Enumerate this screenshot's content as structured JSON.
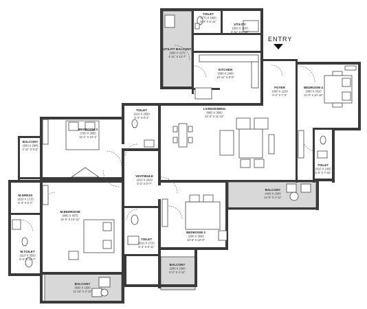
{
  "entry_label": "ENTRY",
  "rooms": [
    {
      "key": "toilet_top",
      "name": "TOILET",
      "dims": [
        "1770 X 1800",
        "5'-9\" X 5'-11\""
      ]
    },
    {
      "key": "utility",
      "name": "UTILITY",
      "dims": [
        "1820 X 2100",
        "5'-11\" X 6'-10\""
      ]
    },
    {
      "key": "utility_balcony",
      "name": "UTILITY BALCONY",
      "dims": [
        "1580 X 4175",
        "4'-11\" X 13'-7\""
      ]
    },
    {
      "key": "kitchen",
      "name": "KITCHEN",
      "dims": [
        "3380 X 2450",
        "10'-11\" X 8'-0\""
      ]
    },
    {
      "key": "foyer",
      "name": "FOYER",
      "dims": [
        "1600 X 2230",
        "5'-2\" X 7'-3\""
      ]
    },
    {
      "key": "bedroom4",
      "name": "BEDROOM 4",
      "dims": [
        "3360 X 3310",
        "11'-0\" X 10'-10\""
      ]
    },
    {
      "key": "toilet_b3",
      "name": "TOILET",
      "dims": [
        "1610 X 2550",
        "5'-3\" X 8'-4\""
      ]
    },
    {
      "key": "living",
      "name": "LIVING/DINING",
      "dims": [
        "6805 X 3660",
        "22'-3\" X 11'-11\""
      ]
    },
    {
      "key": "bedroom3",
      "name": "BEDROOM 3",
      "dims": [
        "3700 X 3085",
        "12'-1\" X 10'-1\""
      ]
    },
    {
      "key": "balcony_left",
      "name": "BALCONY",
      "dims": [
        "1500 X 2845",
        "4'-11\" X 9'-3\""
      ]
    },
    {
      "key": "toilet_b4",
      "name": "TOILET",
      "dims": [
        "1610 X 2405",
        "5'-3\" X 7'-10\""
      ]
    },
    {
      "key": "vestibule",
      "name": "VESTIBULE",
      "dims": [
        "1610 X 2629",
        "5'-3\" X 8'-7\""
      ]
    },
    {
      "key": "balcony_right",
      "name": "BALCONY",
      "dims": [
        "4420 X 1500",
        "14'-6\" X 4'-11\""
      ]
    },
    {
      "key": "mdress",
      "name": "M.DRESS",
      "dims": [
        "1610 X 1725",
        "5'-3\" X 5'-7\""
      ]
    },
    {
      "key": "mbedroom",
      "name": "M.BEDROOM",
      "dims": [
        "3805 X 4575",
        "12'-5\" X 14'-11\""
      ]
    },
    {
      "key": "bedroom2",
      "name": "BEDROOM 2",
      "dims": [
        "3290 X 3695",
        "10'-9\" X 12'-0\""
      ]
    },
    {
      "key": "toilet_b2",
      "name": "TOILET",
      "dims": [
        "1610 X 2720",
        "5'-3\" X 8'-11\""
      ]
    },
    {
      "key": "mtoilet",
      "name": "M.TOILET",
      "dims": [
        "1610 X 3550",
        "5'-3\" X 11'-7\""
      ]
    },
    {
      "key": "balcony_small",
      "name": "BALCONY",
      "dims": [
        "1900 X 1500",
        "6'-2\" X 4'-11\""
      ]
    },
    {
      "key": "balcony_bottom",
      "name": "BALCONY",
      "dims": [
        "3600 X 1500",
        "11'-10\" X 4'-11\""
      ]
    }
  ]
}
